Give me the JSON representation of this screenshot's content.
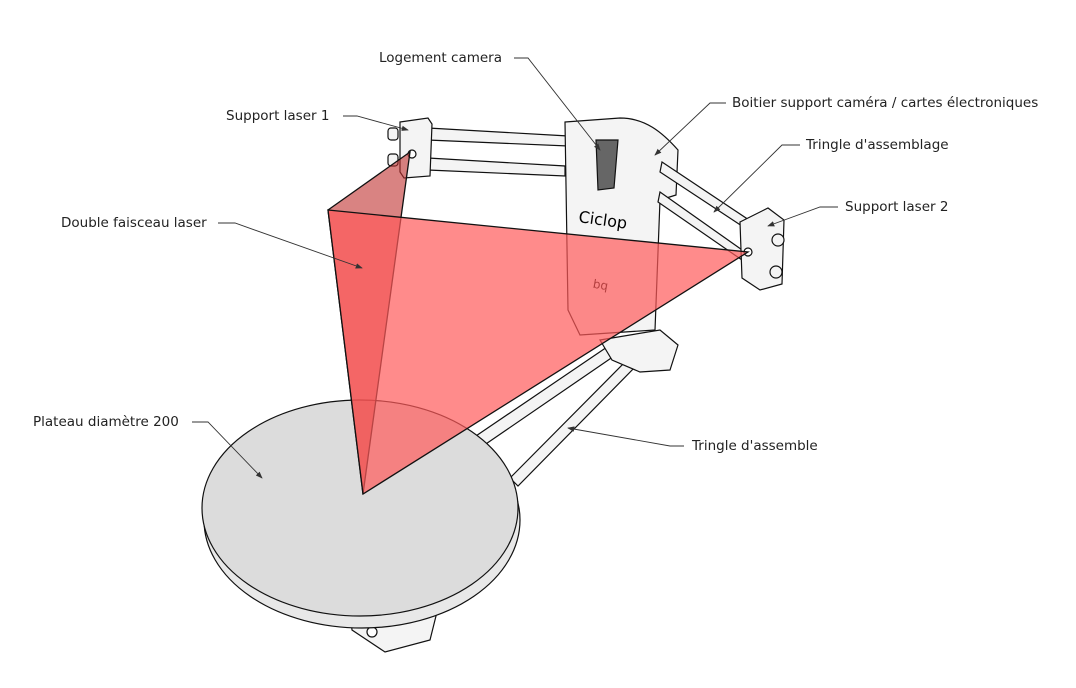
{
  "labels": {
    "camera_housing": "Logement camera",
    "laser_support_1": "Support laser 1",
    "camera_box": "Boitier support caméra / cartes électroniques",
    "assembly_rod_top": "Tringle d'assemblage",
    "laser_support_2": "Support laser 2",
    "double_laser_beam": "Double faisceau laser",
    "turntable": "Plateau diamètre 200",
    "assembly_rod_bottom": "Tringle d'assemble"
  },
  "model": {
    "brand_text": "Ciclop",
    "logo_text": "bq"
  },
  "colors": {
    "laser": "#ff5a5a",
    "laser_dark": "#c0302e",
    "part": "#f4f4f4",
    "plate": "#dcdcdc"
  }
}
